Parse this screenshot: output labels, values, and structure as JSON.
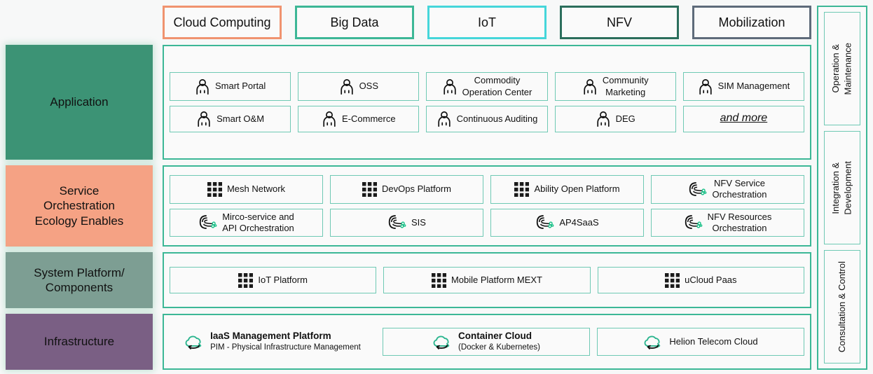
{
  "tags": [
    {
      "label": "Cloud Computing",
      "color": "#f0936f"
    },
    {
      "label": "Big Data",
      "color": "#3cb796"
    },
    {
      "label": "IoT",
      "color": "#45d6da"
    },
    {
      "label": "NFV",
      "color": "#2b6e5c"
    },
    {
      "label": "Mobilization",
      "color": "#5e6b7a"
    }
  ],
  "layers": [
    {
      "name": "Application",
      "label": "Application",
      "color": "#3c9375",
      "rows": [
        [
          {
            "label": "Smart Portal",
            "icon": "person-icon"
          },
          {
            "label": "OSS",
            "icon": "person-icon"
          },
          {
            "label": "Commodity\nOperation Center",
            "icon": "person-icon"
          },
          {
            "label": "Community\nMarketing",
            "icon": "person-icon"
          },
          {
            "label": "SIM Management",
            "icon": "person-icon"
          }
        ],
        [
          {
            "label": "Smart O&M",
            "icon": "person-icon"
          },
          {
            "label": "E-Commerce",
            "icon": "person-icon"
          },
          {
            "label": "Continuous Auditing",
            "icon": "person-icon"
          },
          {
            "label": "DEG",
            "icon": "person-icon"
          },
          {
            "label": "and more",
            "icon": "none",
            "style": "italic-underline"
          }
        ]
      ]
    },
    {
      "name": "Service Orchestration",
      "label": "Service\nOrchestration\nEcology Enables",
      "color": "#f5a284",
      "rows": [
        [
          {
            "label": "Mesh Network",
            "icon": "grid-dots-icon"
          },
          {
            "label": "DevOps Platform",
            "icon": "grid-dots-icon"
          },
          {
            "label": "Ability Open Platform",
            "icon": "grid-dots-icon"
          },
          {
            "label": "NFV Service\nOrchestration",
            "icon": "orchestration-icon"
          }
        ],
        [
          {
            "label": "Mirco-service and\nAPI Orchestration",
            "icon": "orchestration-icon"
          },
          {
            "label": "SIS",
            "icon": "orchestration-icon"
          },
          {
            "label": "AP4SaaS",
            "icon": "orchestration-icon"
          },
          {
            "label": "NFV Resources\nOrchestration",
            "icon": "orchestration-icon"
          }
        ]
      ]
    },
    {
      "name": "System Platform",
      "label": "System Platform/\nComponents",
      "color": "#7d9e93",
      "rows": [
        [
          {
            "label": "IoT Platform",
            "icon": "grid-dots-icon"
          },
          {
            "label": "Mobile Platform MEXT",
            "icon": "grid-dots-icon"
          },
          {
            "label": "uCloud Paas",
            "icon": "grid-dots-icon"
          }
        ]
      ]
    },
    {
      "name": "Infrastructure",
      "label": "Infrastructure",
      "color": "#7a5f84",
      "rows": [
        [
          {
            "label": "IaaS Management Platform",
            "sublabel": "PIM - Physical Infrastructure Management",
            "icon": "cloud-icon",
            "noborder": true
          },
          {
            "label": "Container Cloud",
            "sublabel": "(Docker & Kubernetes)",
            "icon": "cloud-icon"
          },
          {
            "label": "Helion Telecom Cloud",
            "icon": "cloud-icon"
          }
        ]
      ]
    }
  ],
  "sidebar": {
    "items": [
      {
        "label": "Operation &\nMaintenance"
      },
      {
        "label": "Integration &\nDevelopment"
      },
      {
        "label": "Consultation & Control"
      }
    ]
  },
  "colors": {
    "accent_teal": "#3cb796",
    "card_border": "#6fc9b4",
    "panel_bg": "#fafafa",
    "page_bg": "#f7f8f8"
  }
}
